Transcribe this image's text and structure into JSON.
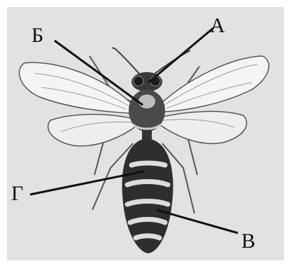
{
  "labels": {
    "a": "А",
    "b": "Б",
    "v": "В",
    "g": "Г"
  },
  "colors": {
    "background": "#e2e2e2",
    "ink": "#111111",
    "wing": "#f4f4f4",
    "body_dark": "#2e2e2e",
    "stripe": "#dcdcdc"
  }
}
